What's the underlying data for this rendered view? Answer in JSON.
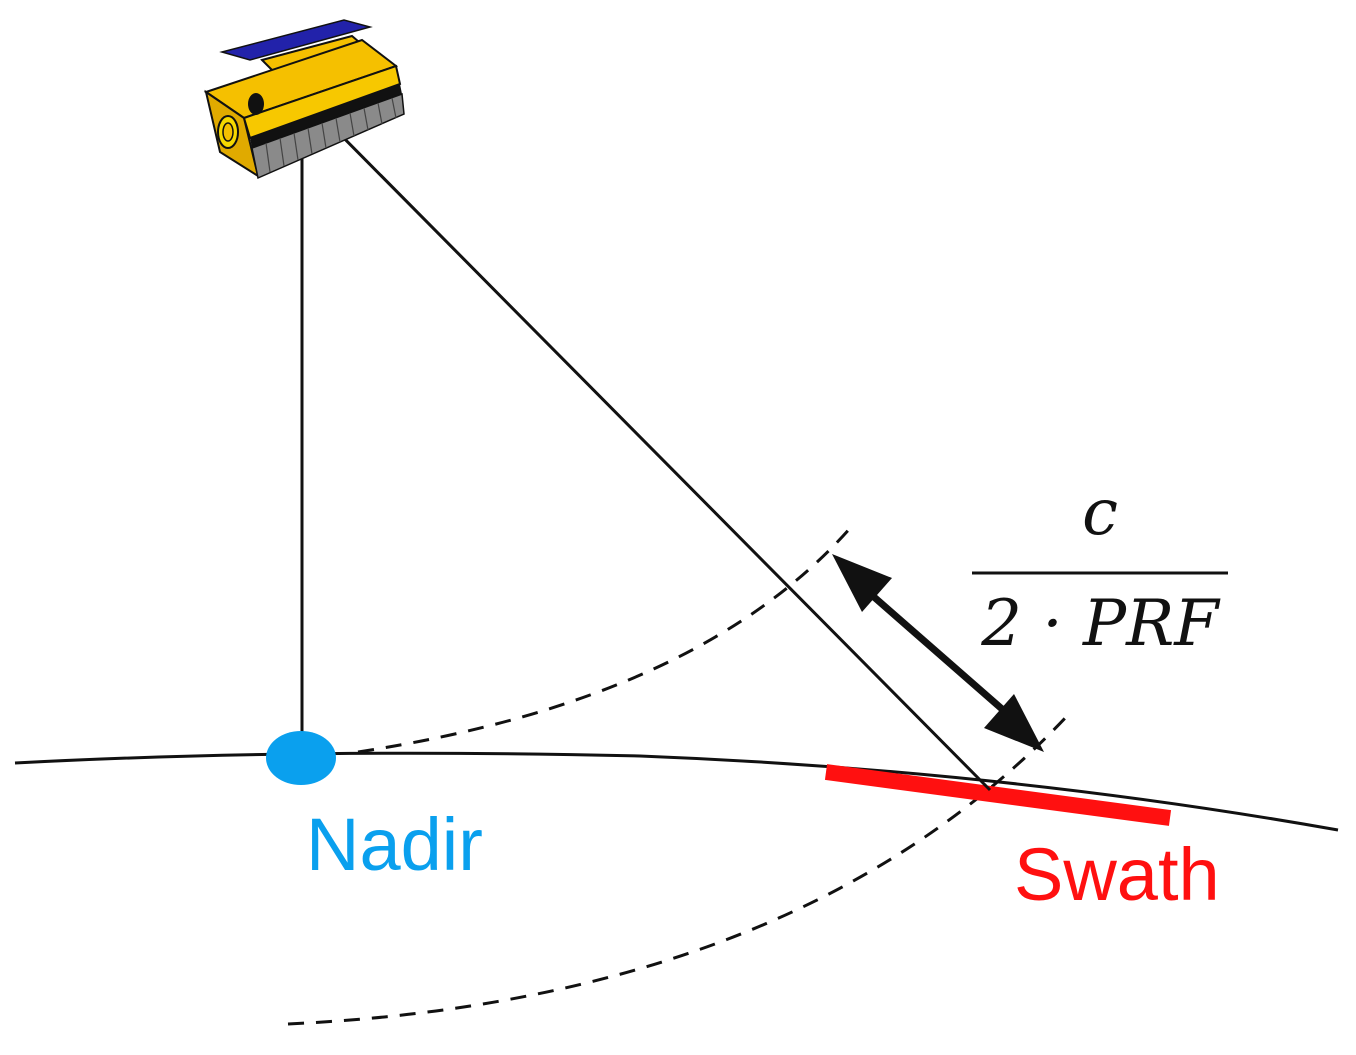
{
  "labels": {
    "nadir": "Nadir",
    "swath": "Swath",
    "formula_numerator": "c",
    "formula_denominator": "2 · PRF"
  },
  "colors": {
    "nadir": "#0aa0ee",
    "swath": "#ff1010",
    "satellite_body": "#f5c000",
    "satellite_body_dark": "#c89200",
    "solar_panel": "#2222aa",
    "antenna": "#8a8a8a",
    "line": "#111111"
  },
  "icons": {
    "satellite": "satellite-icon",
    "double_arrow": "double-arrow-icon"
  }
}
